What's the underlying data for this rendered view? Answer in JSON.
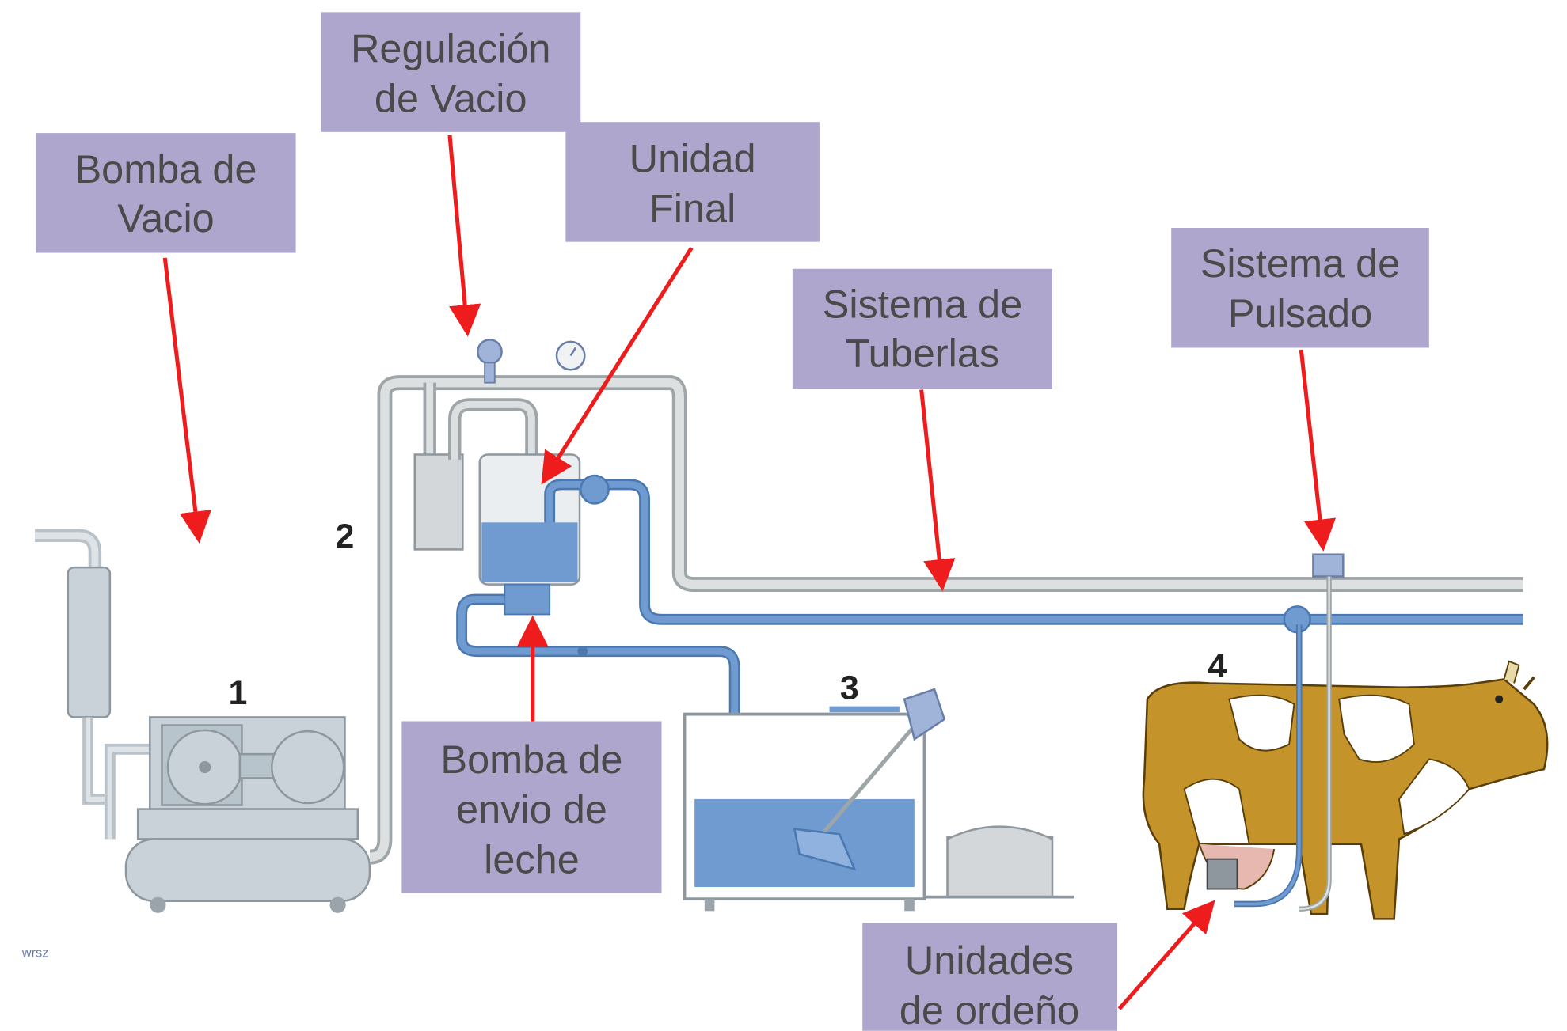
{
  "colors": {
    "label_box": "#aea6cc",
    "arrow": "#ee1c1c",
    "milk": "#6f9bd1",
    "pipe": "#d9dcdc",
    "machine": "#c9d2d8",
    "cow": "#c4942a"
  },
  "labels": {
    "bomba_vacio": [
      "Bomba de",
      "Vacio"
    ],
    "regulacion_vacio": [
      "Regulación",
      "de Vacio"
    ],
    "unidad_final": [
      "Unidad",
      "Final"
    ],
    "sistema_tuberias": [
      "Sistema de",
      "Tuberlas"
    ],
    "sistema_pulsado": [
      "Sistema de",
      "Pulsado"
    ],
    "bomba_envio": [
      "Bomba de",
      "envio de",
      "leche"
    ],
    "unidades_ordeno": [
      "Unidades",
      "de ordeño"
    ]
  },
  "numbers": [
    "1",
    "2",
    "3",
    "4"
  ],
  "credit": "wrsz"
}
